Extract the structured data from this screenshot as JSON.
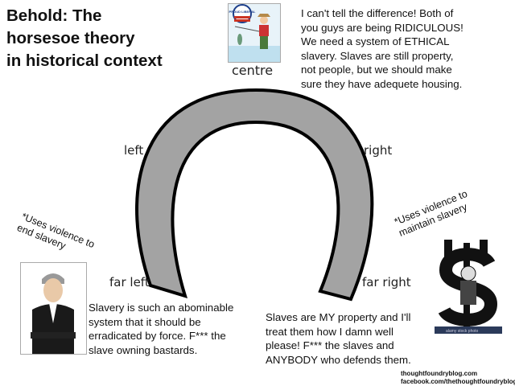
{
  "title": "Behold: The\nhorsesoe theory\nin historical context",
  "labels": {
    "centre": "centre",
    "left": "left",
    "right": "right",
    "far_left": "far left",
    "far_right": "far right"
  },
  "centre_badge": "PROUD LIBERAL",
  "quotes": {
    "centre": "I can't tell the difference! Both of\nyou guys are being RIDICULOUS!\nWe need a system of ETHICAL\nslavery. Slaves are still property,\nnot people, but we should make\nsure they have adequete housing.",
    "far_left": "Slavery is such an abominable\nsystem that it should be\nerradicated by force. F*** the\nslave owning bastards.",
    "far_right": "Slaves are MY property and I'll\ntreat them how I damn well\nplease! F*** the slaves and\nANYBODY who defends them."
  },
  "notes": {
    "left": "*Uses violence to\nend slavery",
    "right": "*Uses violence to\nmaintain slavery"
  },
  "stock_watermark": "alamy stock photo",
  "credits": "thoughtfoundryblog.com\nfacebook.com/thethoughtfoundryblog",
  "colors": {
    "horseshoe": "#a3a3a3",
    "outline": "#000000"
  }
}
